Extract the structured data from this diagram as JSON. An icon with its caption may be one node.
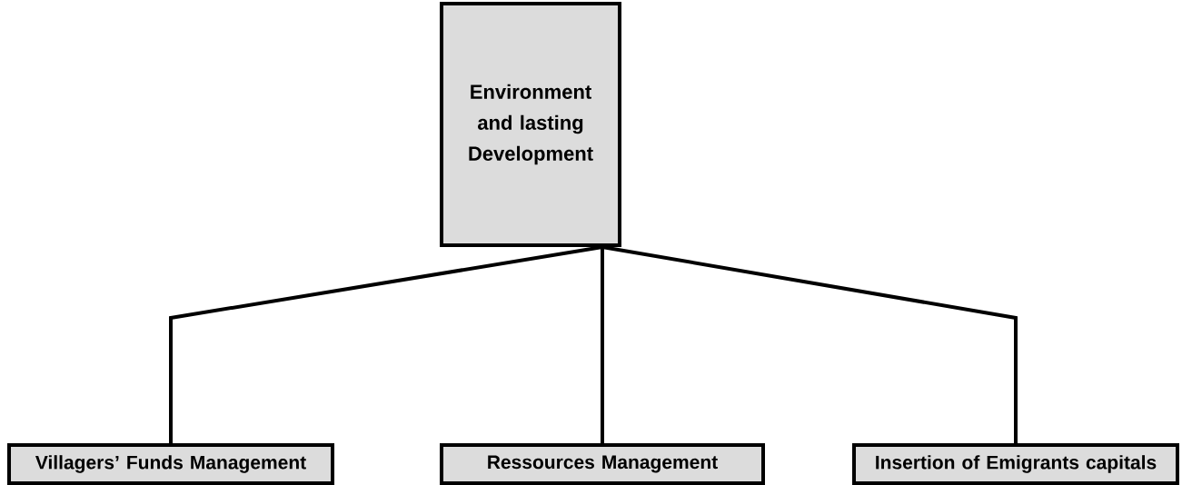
{
  "diagram": {
    "nodes": [
      {
        "text": [
          "Environment and lasting Development"
        ]
      },
      {
        "text": [
          "Villagers’ Funds Management"
        ]
      },
      {
        "text": [
          "Ressources Management"
        ]
      },
      {
        "text": [
          "Insertion of Emigrants capitals"
        ]
      }
    ],
    "edges": [
      {
        "from": 0,
        "to": 1,
        "arrow": "none"
      },
      {
        "from": 0,
        "to": 2,
        "arrow": "none"
      },
      {
        "from": 0,
        "to": 3,
        "arrow": "none"
      }
    ]
  }
}
